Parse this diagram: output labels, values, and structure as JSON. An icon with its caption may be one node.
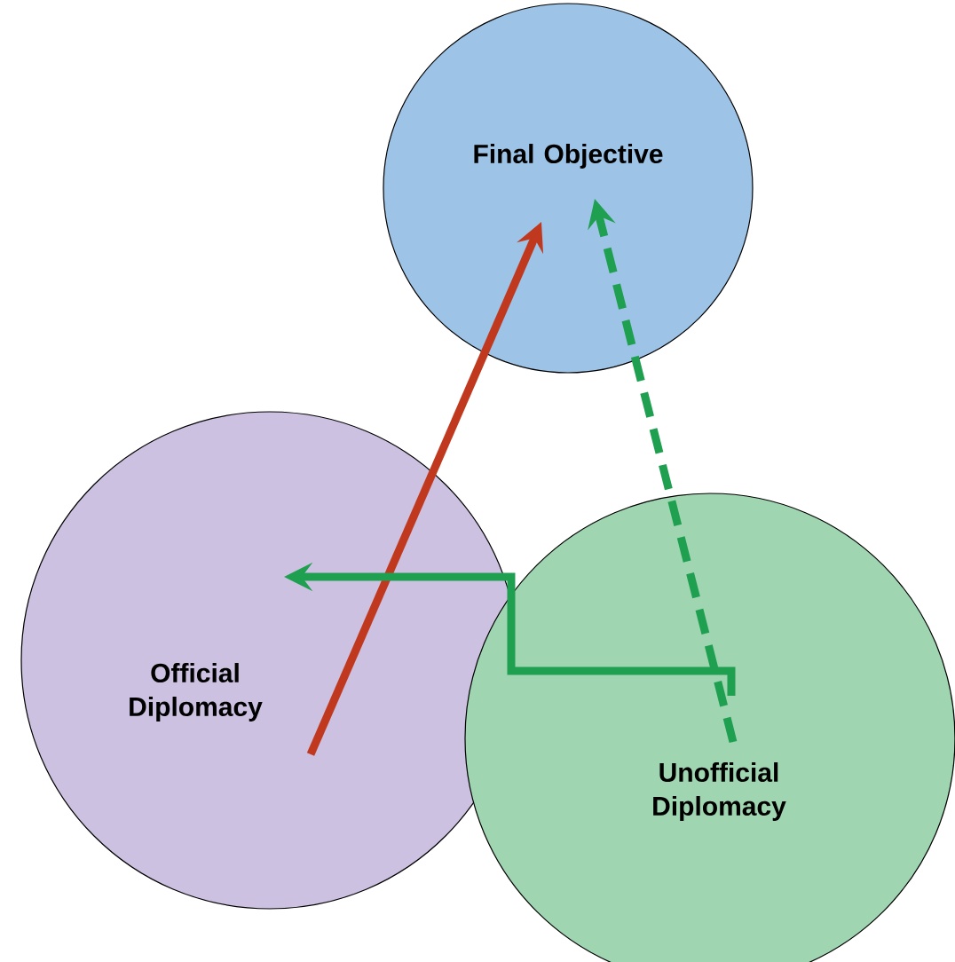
{
  "diagram": {
    "nodes": [
      {
        "text": [
          "Final Objective"
        ]
      },
      {
        "text": [
          "Official Diplomacy"
        ]
      },
      {
        "text": [
          "Unofficial Diplomacy"
        ]
      }
    ],
    "edges": [
      {
        "from": 1,
        "to": 0,
        "arrow": "to",
        "color": "#c0391f"
      },
      {
        "from": 2,
        "to": 0,
        "arrow": "to",
        "style": "dashed"
      },
      {
        "from": 2,
        "to": 1,
        "arrow": "to"
      }
    ]
  }
}
